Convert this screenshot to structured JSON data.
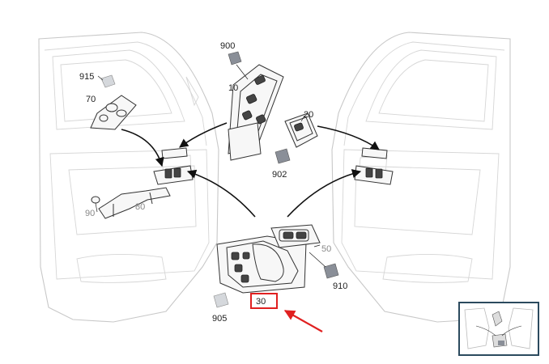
{
  "diagram": {
    "callouts": {
      "c900": "900",
      "c10": "10",
      "c915": "915",
      "c70": "70",
      "c20": "20",
      "c902": "902",
      "c90": "90",
      "c80": "80",
      "c50": "50",
      "c910": "910",
      "c905": "905",
      "c30": "30"
    },
    "highlighted_callout": "30",
    "colors": {
      "highlight": "#e02020",
      "door_outline": "#c8c8c8",
      "minimap_border": "#2b4a5e"
    }
  }
}
